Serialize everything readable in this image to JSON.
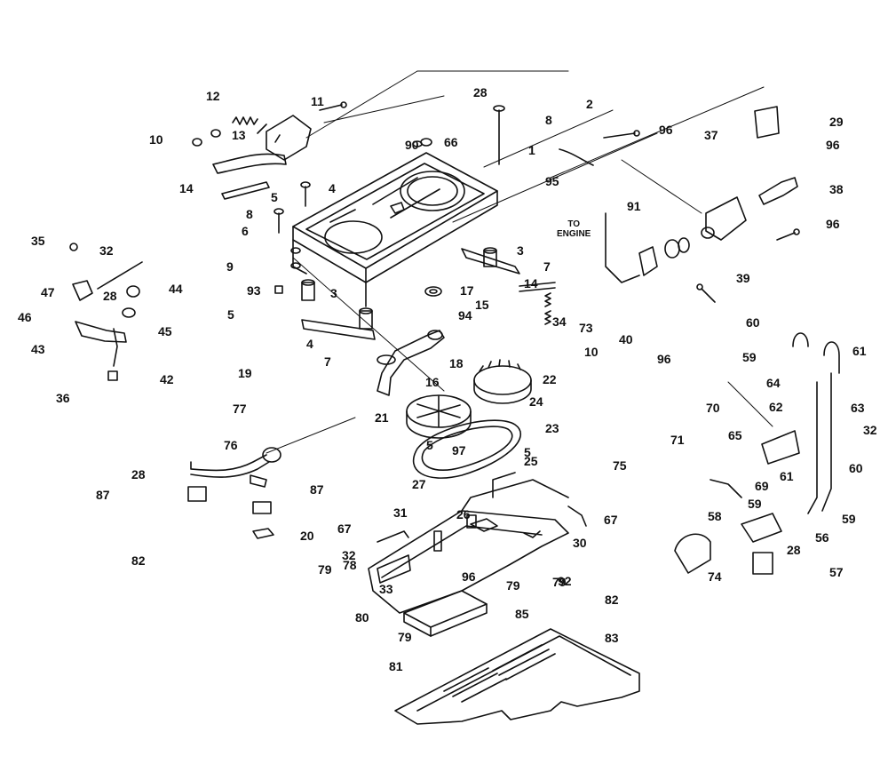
{
  "diagram": {
    "engine_note": [
      "TO",
      "ENGINE"
    ],
    "callouts": [
      "1",
      "2",
      "3",
      "3",
      "4",
      "4",
      "5",
      "5",
      "5",
      "5",
      "6",
      "7",
      "7",
      "8",
      "8",
      "9",
      "10",
      "10",
      "11",
      "12",
      "13",
      "14",
      "14",
      "15",
      "16",
      "17",
      "18",
      "19",
      "20",
      "21",
      "22",
      "23",
      "24",
      "25",
      "26",
      "27",
      "28",
      "28",
      "28",
      "28",
      "29",
      "30",
      "31",
      "32",
      "32",
      "32",
      "33",
      "34",
      "35",
      "36",
      "37",
      "38",
      "39",
      "40",
      "42",
      "43",
      "44",
      "45",
      "46",
      "47",
      "56",
      "57",
      "58",
      "59",
      "59",
      "59",
      "60",
      "60",
      "61",
      "61",
      "62",
      "63",
      "64",
      "65",
      "66",
      "67",
      "67",
      "69",
      "70",
      "71",
      "73",
      "74",
      "75",
      "76",
      "77",
      "78",
      "79",
      "79",
      "79",
      "79",
      "80",
      "81",
      "82",
      "82",
      "83",
      "85",
      "87",
      "87",
      "90",
      "91",
      "92",
      "93",
      "94",
      "95",
      "96",
      "96",
      "96",
      "96",
      "96",
      "97"
    ]
  }
}
